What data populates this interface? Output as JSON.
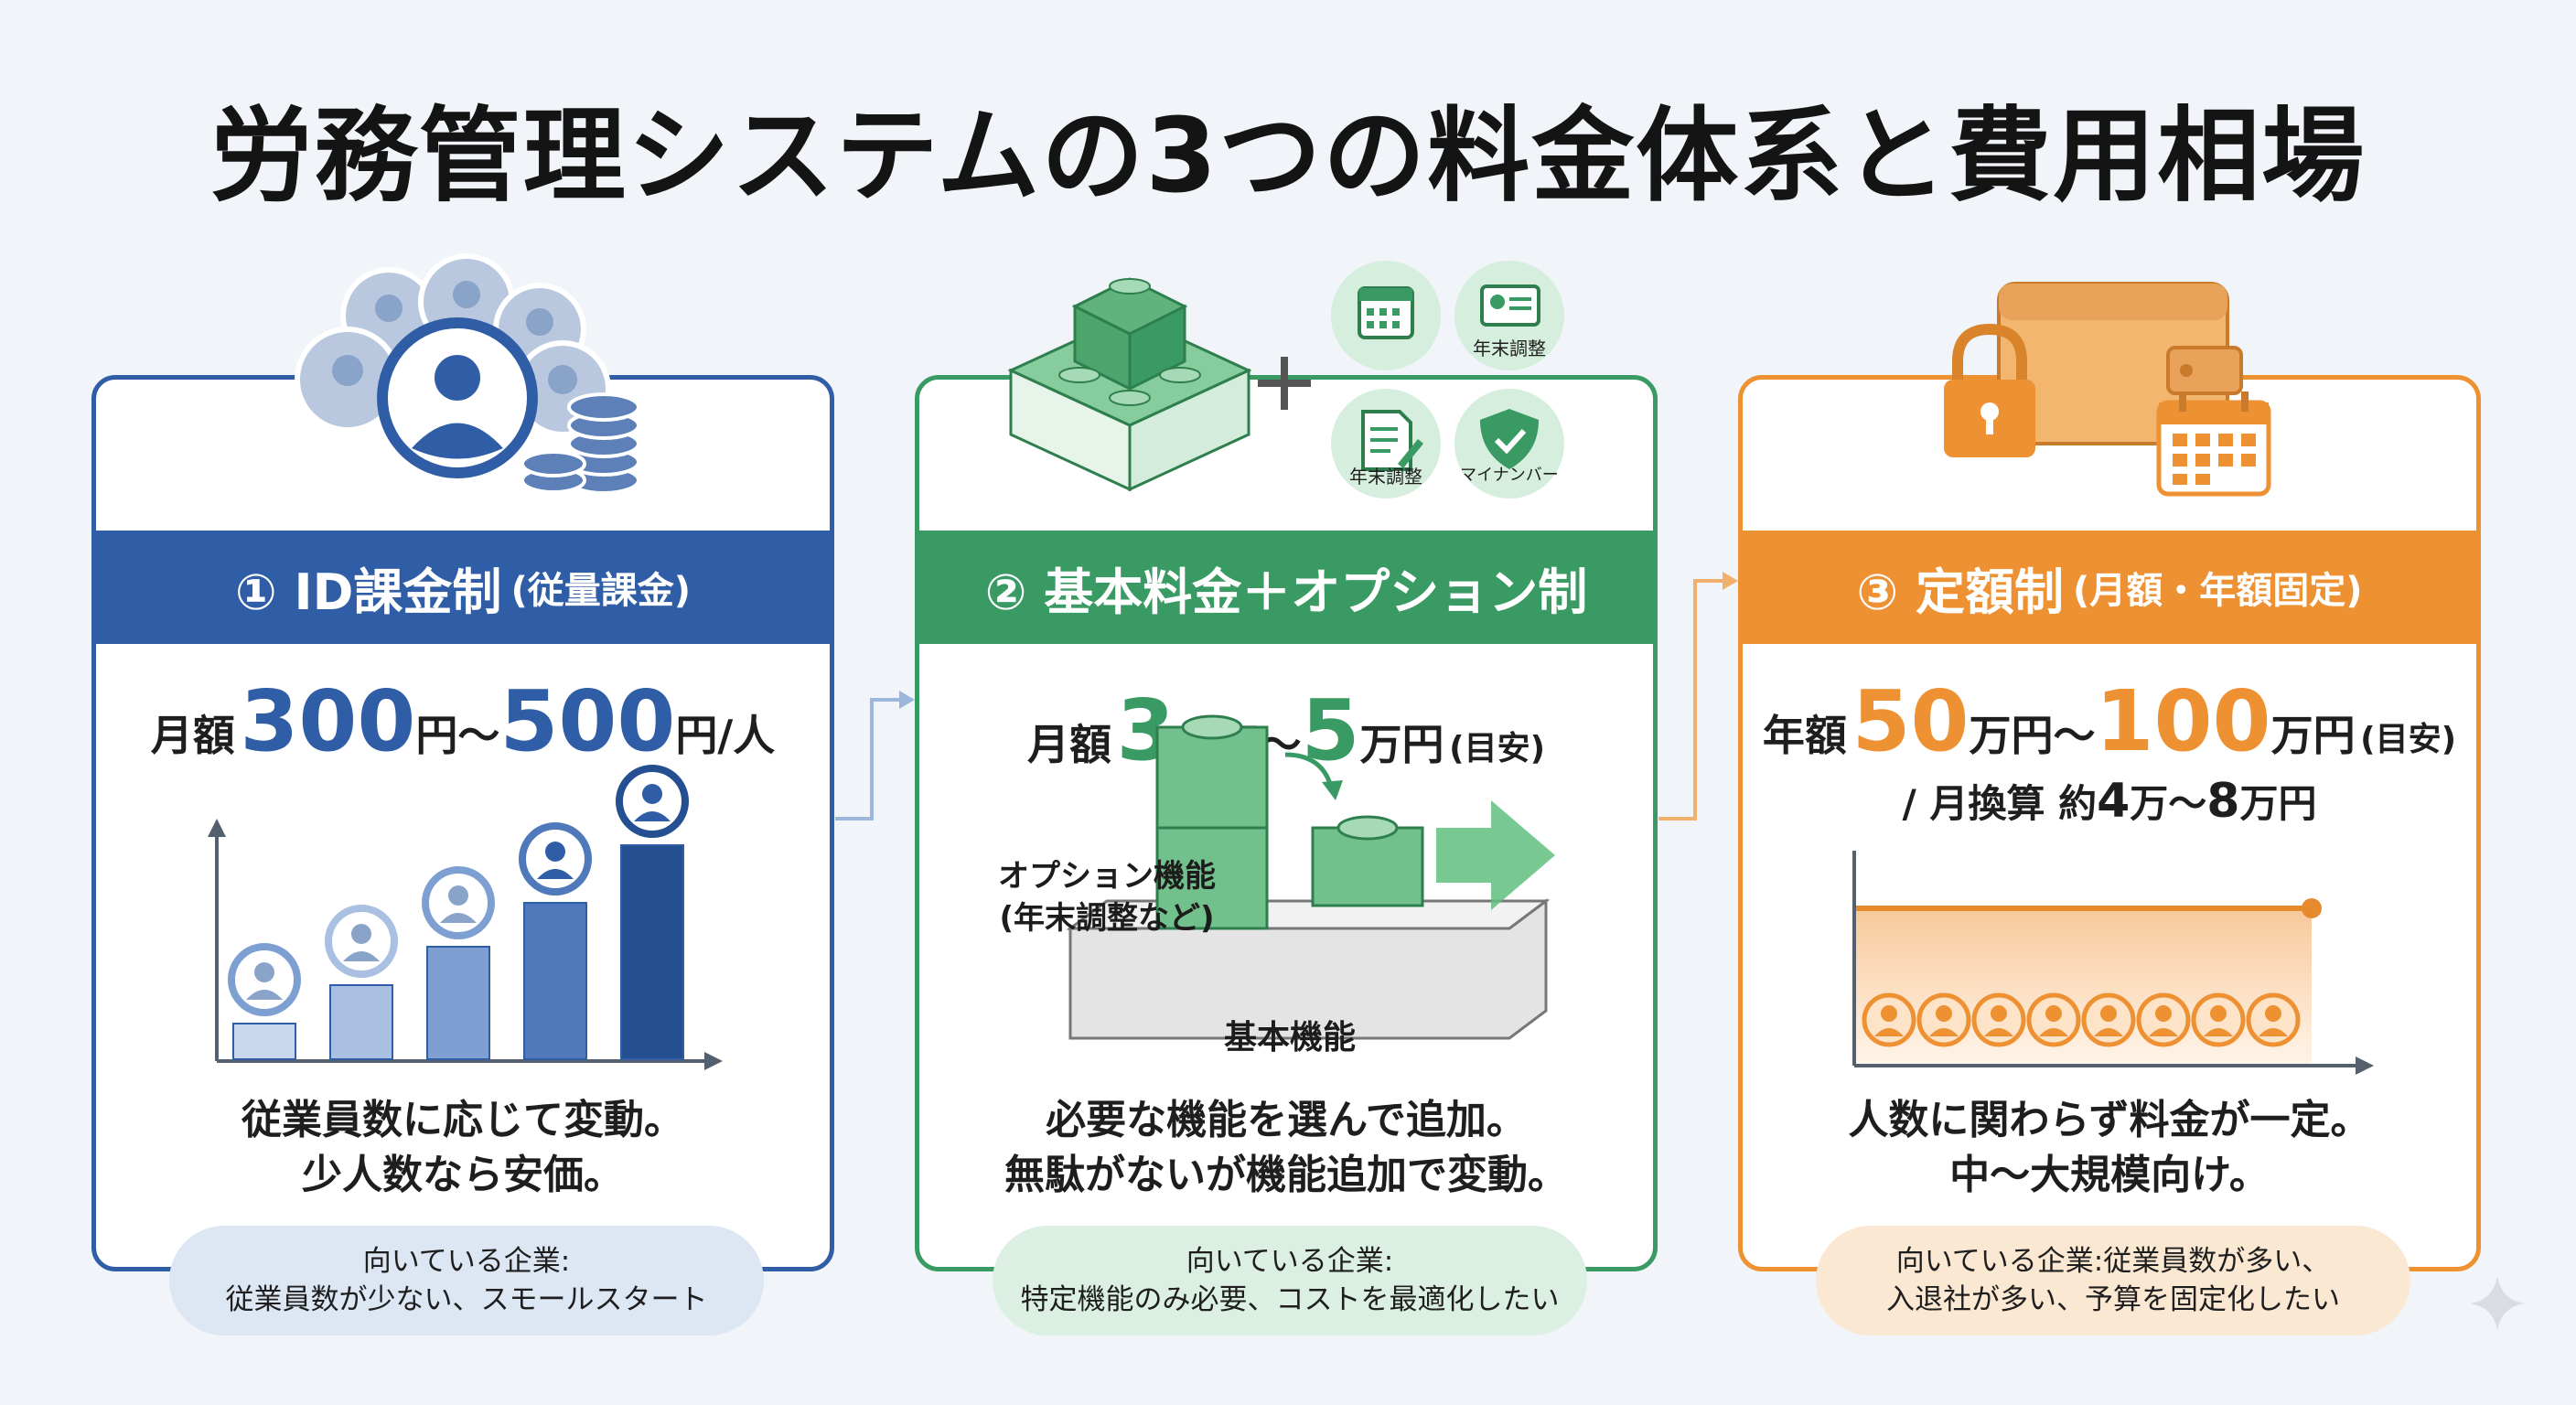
{
  "title": "労務管理システムの3つの料金体系と費用相場",
  "cards": [
    {
      "band_main": "① ID課金制",
      "band_sub": "(従量課金)",
      "price_prefix": "月額",
      "price_v1": "300",
      "price_u1": "円〜",
      "price_v2": "500",
      "price_u2": "円/人",
      "desc_line1": "従業員数に応じて変動。",
      "desc_line2": "少人数なら安価。",
      "target_line1": "向いている企業:",
      "target_line2": "従業員数が少ない、スモールスタート",
      "bar_levels": [
        0.13,
        0.27,
        0.41,
        0.57,
        0.78
      ],
      "color": "#2f5ea6"
    },
    {
      "band_main": "② 基本料金＋オプション制",
      "band_sub": "",
      "price_prefix": "月額",
      "price_v1": "3",
      "price_u1": "万円〜",
      "price_v2": "5",
      "price_u2": "万円",
      "price_note": "(目安)",
      "option_label_1": "オプション機能",
      "option_label_2": "(年末調整など)",
      "base_label": "基本機能",
      "icon_label_1": "年末調整",
      "icon_label_2": "年末調整",
      "icon_label_3": "マイナンバー",
      "desc_line1": "必要な機能を選んで追加。",
      "desc_line2": "無駄がないが機能追加で変動。",
      "target_line1": "向いている企業:",
      "target_line2": "特定機能のみ必要、コストを最適化したい",
      "color": "#3a9a63"
    },
    {
      "band_main": "③ 定額制",
      "band_sub": "(月額・年額固定)",
      "price_prefix": "年額",
      "price_v1": "50",
      "price_u1": "万円〜",
      "price_v2": "100",
      "price_u2": "万円",
      "price_note": "(目安)",
      "price_line2_a": "/ 月換算 約",
      "price_line2_v1": "4",
      "price_line2_u1": "万〜",
      "price_line2_v2": "8",
      "price_line2_u2": "万円",
      "desc_line1": "人数に関わらず料金が一定。",
      "desc_line2": "中〜大規模向け。",
      "target_line1": "向いている企業:従業員数が多い、",
      "target_line2": "入退社が多い、予算を固定化したい",
      "color": "#ee9133"
    }
  ]
}
